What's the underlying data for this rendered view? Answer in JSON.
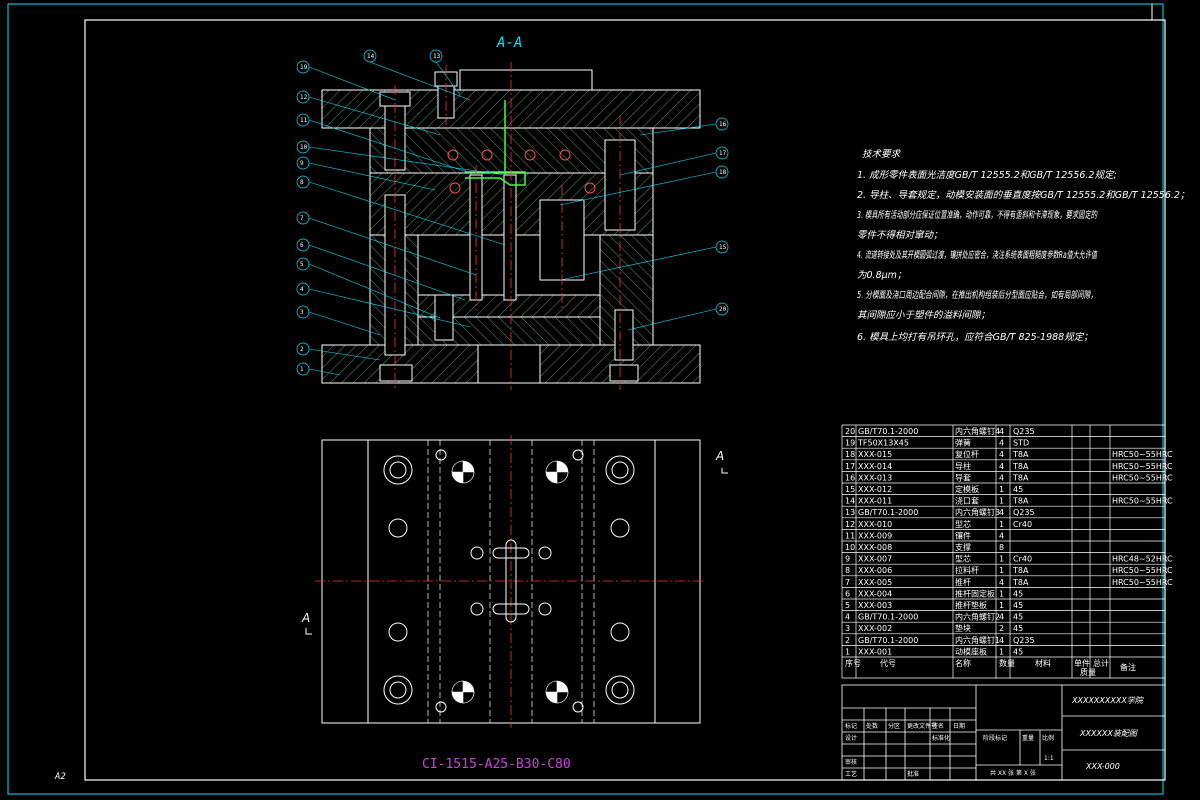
{
  "sheet": {
    "size_label": "A2",
    "section_label": "A-A",
    "section_marker": "A",
    "spec_code": "CI-1515-A25-B30-C80",
    "colors": {
      "background": "#000000",
      "border": "#00e5ff",
      "lines": "#ffffff",
      "hatch": "#7fffb0",
      "center": "#ff3030",
      "leader": "#00e5ff",
      "spec": "#d040e0",
      "green_part": "#3cff3c"
    }
  },
  "balloons": [
    "1",
    "2",
    "3",
    "4",
    "5",
    "6",
    "7",
    "8",
    "9",
    "10",
    "11",
    "12",
    "13",
    "14",
    "15",
    "16",
    "17",
    "18",
    "19",
    "20"
  ],
  "tech_requirements": {
    "title": "技术要求",
    "items": [
      "1. 成形零件表面光洁度GB/T 12555.2和GB/T 12556.2规定;",
      "2. 导柱、导套规定，动模安装面的垂直度按GB/T 12555.2和GB/T 12556.2；",
      "3. 模具所有活动部分应保证位置准确，动作可靠，不得有歪斜和卡滞现象，要求固定的",
      "   零件不得相对窜动；",
      "4. 流道转接处及其开模圆弧过渡，镶拼处应密合，浇注系统表面粗糙度参数Ra值大允许值",
      "   为0.8μm；",
      "5. 分模面及浇口周边配合间隙，在推出机构组装后分型面应贴合，如有局部间隙，",
      "   其间隙应小于塑件的溢料间隙；",
      "6. 模具上均打有吊环孔，应符合GB/T 825-1988规定；"
    ]
  },
  "bom": {
    "rows": [
      {
        "no": "20",
        "code": "GB/T70.1-2000",
        "name": "内六角螺钉4",
        "qty": "4",
        "material": "Q235",
        "note": ""
      },
      {
        "no": "19",
        "code": "TF50X13X45",
        "name": "弹簧",
        "qty": "4",
        "material": "STD",
        "note": ""
      },
      {
        "no": "18",
        "code": "XXX-015",
        "name": "复位杆",
        "qty": "4",
        "material": "T8A",
        "note": "HRC50~55HRC"
      },
      {
        "no": "17",
        "code": "XXX-014",
        "name": "导柱",
        "qty": "4",
        "material": "T8A",
        "note": "HRC50~55HRC"
      },
      {
        "no": "16",
        "code": "XXX-013",
        "name": "导套",
        "qty": "4",
        "material": "T8A",
        "note": "HRC50~55HRC"
      },
      {
        "no": "15",
        "code": "XXX-012",
        "name": "定模板",
        "qty": "1",
        "material": "45",
        "note": ""
      },
      {
        "no": "14",
        "code": "XXX-011",
        "name": "浇口套",
        "qty": "1",
        "material": "T8A",
        "note": "HRC50~55HRC"
      },
      {
        "no": "13",
        "code": "GB/T70.1-2000",
        "name": "内六角螺钉3",
        "qty": "4",
        "material": "Q235",
        "note": ""
      },
      {
        "no": "12",
        "code": "XXX-010",
        "name": "型芯",
        "qty": "1",
        "material": "Cr40",
        "note": ""
      },
      {
        "no": "11",
        "code": "XXX-009",
        "name": "镶件",
        "qty": "4",
        "material": "",
        "note": ""
      },
      {
        "no": "10",
        "code": "XXX-008",
        "name": "支撑",
        "qty": "8",
        "material": "",
        "note": ""
      },
      {
        "no": "9",
        "code": "XXX-007",
        "name": "型芯",
        "qty": "1",
        "material": "Cr40",
        "note": "HRC48~52HRC"
      },
      {
        "no": "8",
        "code": "XXX-006",
        "name": "拉料杆",
        "qty": "1",
        "material": "T8A",
        "note": "HRC50~55HRC"
      },
      {
        "no": "7",
        "code": "XXX-005",
        "name": "推杆",
        "qty": "4",
        "material": "T8A",
        "note": "HRC50~55HRC"
      },
      {
        "no": "6",
        "code": "XXX-004",
        "name": "推杆固定板",
        "qty": "1",
        "material": "45",
        "note": ""
      },
      {
        "no": "5",
        "code": "XXX-003",
        "name": "推杆垫板",
        "qty": "1",
        "material": "45",
        "note": ""
      },
      {
        "no": "4",
        "code": "GB/T70.1-2000",
        "name": "内六角螺钉2",
        "qty": "4",
        "material": "45",
        "note": ""
      },
      {
        "no": "3",
        "code": "XXX-002",
        "name": "垫块",
        "qty": "2",
        "material": "45",
        "note": ""
      },
      {
        "no": "2",
        "code": "GB/T70.1-2000",
        "name": "内六角螺钉1",
        "qty": "4",
        "material": "Q235",
        "note": ""
      },
      {
        "no": "1",
        "code": "XXX-001",
        "name": "动模座板",
        "qty": "1",
        "material": "45",
        "note": ""
      }
    ],
    "header": {
      "no": "序号",
      "code": "代号",
      "name": "名称",
      "qty": "数量",
      "material": "材料",
      "unit_mass": "单件",
      "total_mass": "总计",
      "mass": "质量",
      "note": "备注"
    }
  },
  "title_block": {
    "school": "XXXXXXXXXX学院",
    "drawing_name": "XXXXXX装配图",
    "drawing_no": "XXX-000",
    "sheets": "共 XX 张  第 X 张",
    "scale": "1:1",
    "stage_label": "阶段标记",
    "mass_label": "重量",
    "scale_label": "比例",
    "rows": {
      "mark": "标记",
      "count": "处数",
      "zone": "分区",
      "doc": "更改文件号",
      "sign": "签名",
      "date": "日期",
      "design": "设计",
      "std": "标准化",
      "check": "审核",
      "process": "工艺",
      "approve": "批准"
    }
  }
}
